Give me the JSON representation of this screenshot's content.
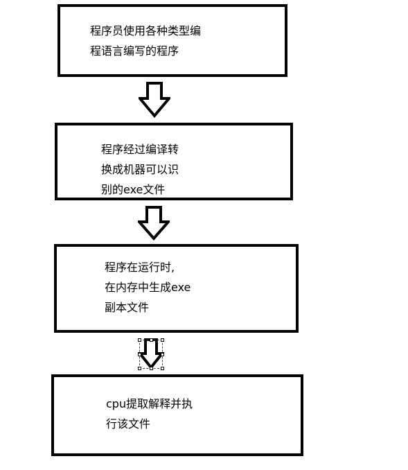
{
  "steps": [
    {
      "lines": [
        "程序员使用各种类型编",
        "程语言编写的程序"
      ]
    },
    {
      "lines": [
        "程序经过编译转",
        "换成机器可以识",
        "别的exe文件"
      ]
    },
    {
      "lines": [
        "程序在运行时,",
        "在内存中生成exe",
        "副本文件"
      ]
    },
    {
      "lines": [
        "cpu提取解释并执",
        "行该文件"
      ]
    }
  ],
  "colors": {
    "border": "#000000",
    "background": "#ffffff"
  }
}
